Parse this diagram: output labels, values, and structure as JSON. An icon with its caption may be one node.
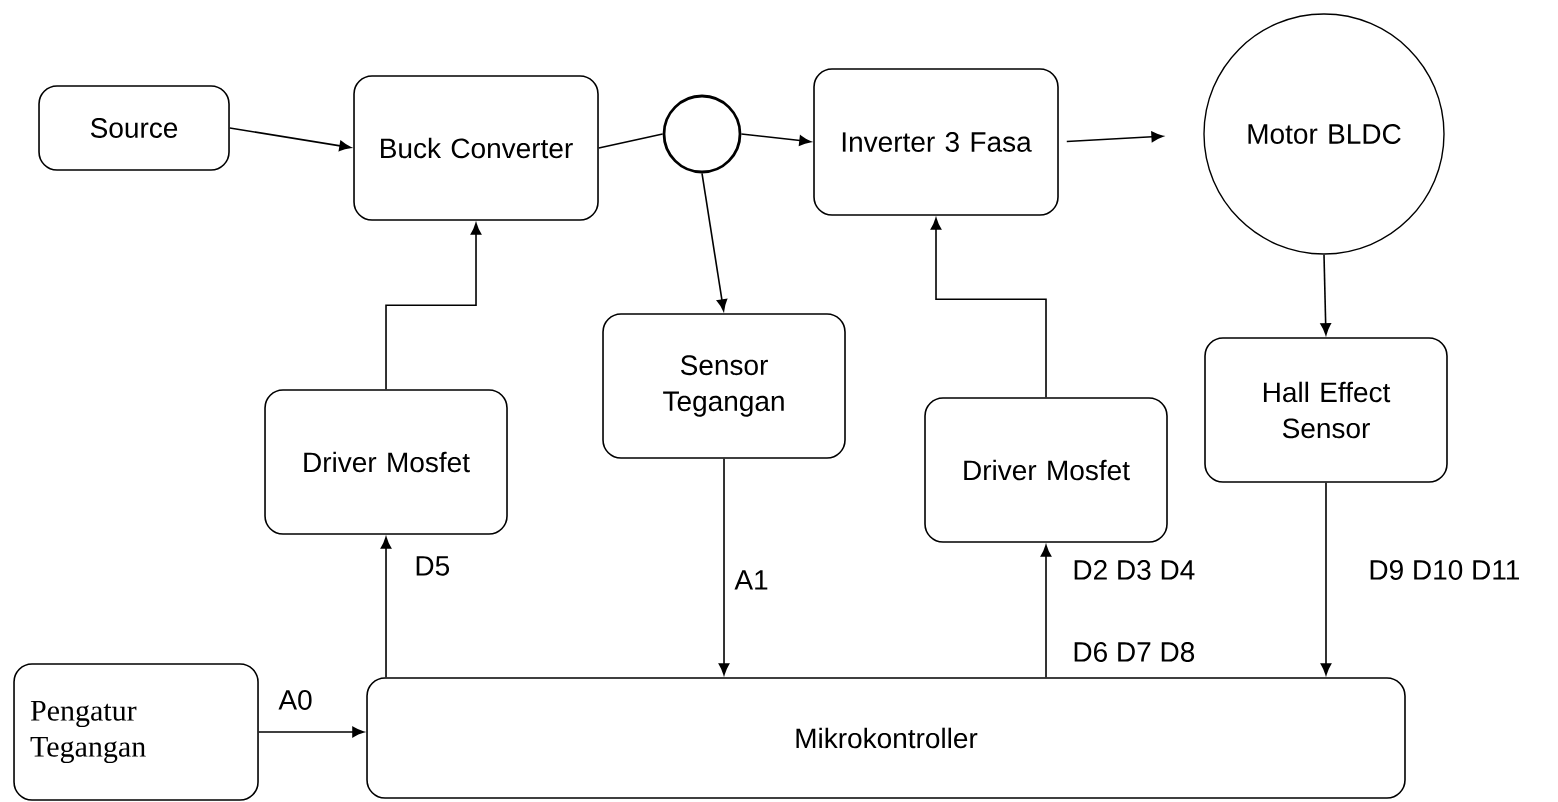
{
  "diagram": {
    "nodes": [
      {
        "text": [
          "Source"
        ]
      },
      {
        "text": [
          "Buck Converter"
        ]
      },
      {
        "text": [],
        "shape": "circle"
      },
      {
        "text": [
          "Inverter 3 Fasa"
        ]
      },
      {
        "text": [
          "Motor BLDC"
        ]
      },
      {
        "text": [
          "Sensor Tegangan"
        ]
      },
      {
        "text": [
          "Driver Mosfet"
        ]
      },
      {
        "text": [
          "Driver Mosfet"
        ]
      },
      {
        "text": [
          "Hall Effect Sensor"
        ]
      },
      {
        "text": [
          "Pengatur Tegangan"
        ]
      },
      {
        "text": [
          "Mikrokontroller"
        ]
      }
    ],
    "edges": [
      {
        "from": 0,
        "to": 1,
        "arrow": "to"
      },
      {
        "from": 1,
        "to": 2,
        "arrow": "none"
      },
      {
        "from": 2,
        "to": 3,
        "arrow": "to"
      },
      {
        "from": 3,
        "to": 4,
        "arrow": "to"
      },
      {
        "from": 2,
        "to": 5,
        "arrow": "to"
      },
      {
        "from": 6,
        "to": 1,
        "arrow": "to"
      },
      {
        "from": 10,
        "to": 6,
        "arrow": "to",
        "label": "D5"
      },
      {
        "from": 5,
        "to": 10,
        "arrow": "to",
        "label": "A1"
      },
      {
        "from": 10,
        "to": 7,
        "arrow": "to",
        "label": "D2 D3 D4"
      },
      {
        "from": 7,
        "to": 3,
        "arrow": "to"
      },
      {
        "from": 4,
        "to": 8,
        "arrow": "to"
      },
      {
        "from": 8,
        "to": 10,
        "arrow": "to",
        "label": "D9 D10 D11"
      },
      {
        "from": 9,
        "to": 10,
        "arrow": "to",
        "label": "A0"
      }
    ],
    "labels": [
      "D6 D7 D8"
    ]
  }
}
